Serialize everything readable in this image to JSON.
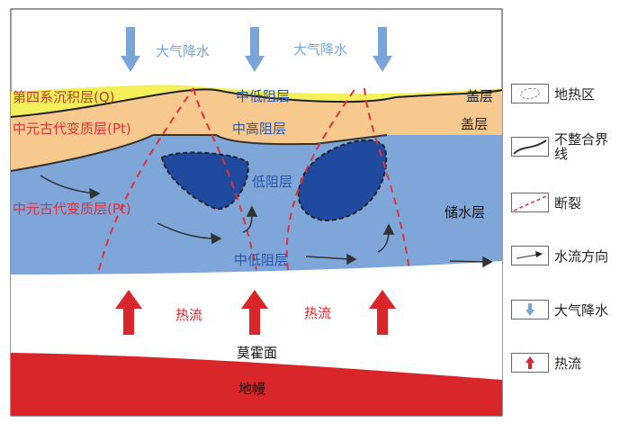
{
  "labels": {
    "precip1": "大气降水",
    "precip2": "大气降水",
    "quaternary": "第四系沉积层(Q)",
    "mid_low_res_top": "中低阻层",
    "cap1": "盖层",
    "meso1": "中元古代变质层(Pt)",
    "mid_high_res": "中高阻层",
    "cap2": "盖层",
    "low_res": "低阻层",
    "meso2": "中元古代变质层(Pt)",
    "reservoir": "储水层",
    "mid_low_res_bottom": "中低阻层",
    "heat1": "热流",
    "heat2": "热流",
    "moho": "莫霍面",
    "mantle": "地幔"
  },
  "legend": [
    {
      "icon": "geothermal-zone-icon",
      "label": "地热区"
    },
    {
      "icon": "unconformity-icon",
      "label": "不整合界线"
    },
    {
      "icon": "fault-icon",
      "label": "断裂"
    },
    {
      "icon": "water-flow-icon",
      "label": "水流方向"
    },
    {
      "icon": "precipitation-icon",
      "label": "大气降水"
    },
    {
      "icon": "heat-flow-icon",
      "label": "热流"
    }
  ],
  "colors": {
    "yellow": "#f4f05a",
    "orange": "#f7c98f",
    "blue": "#7fa6d9",
    "dark_blue": "#1f4aa0",
    "red": "#d9262a",
    "fault": "#e0303a"
  }
}
